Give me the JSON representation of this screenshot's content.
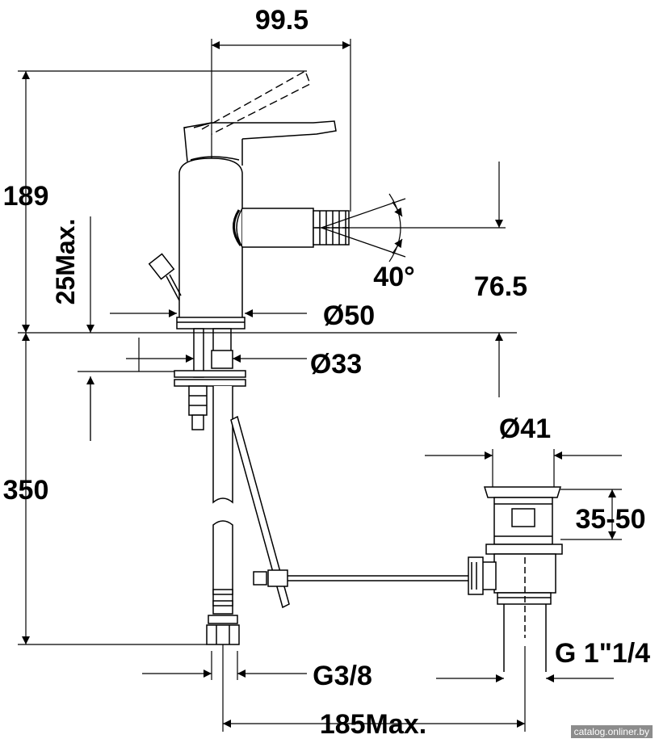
{
  "dimensions": {
    "spout_reach": "99.5",
    "total_height": "189",
    "lift_rod_height": "25Max.",
    "base_diameter": "Ø50",
    "spray_angle": "40°",
    "outlet_height": "76.5",
    "mounting_diameter": "Ø33",
    "hose_length": "350",
    "waste_diameter": "Ø41",
    "waste_height": "35-50",
    "waste_thread": "G 1\"1/4",
    "supply_thread": "G3/8",
    "rod_length": "185Max."
  },
  "watermark": "catalog.onliner.by",
  "colors": {
    "line": "#000000",
    "background": "#ffffff"
  }
}
